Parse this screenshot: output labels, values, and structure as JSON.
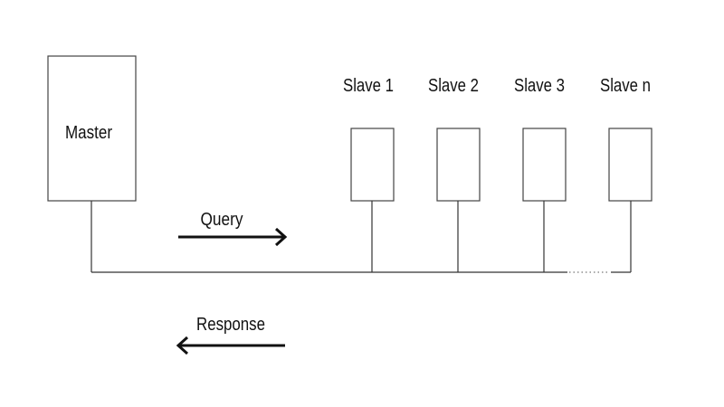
{
  "master": {
    "label": "Master"
  },
  "slaves": [
    {
      "label": "Slave 1"
    },
    {
      "label": "Slave 2"
    },
    {
      "label": "Slave 3"
    },
    {
      "label": "Slave n"
    }
  ],
  "arrows": {
    "query_label": "Query",
    "response_label": "Response"
  }
}
